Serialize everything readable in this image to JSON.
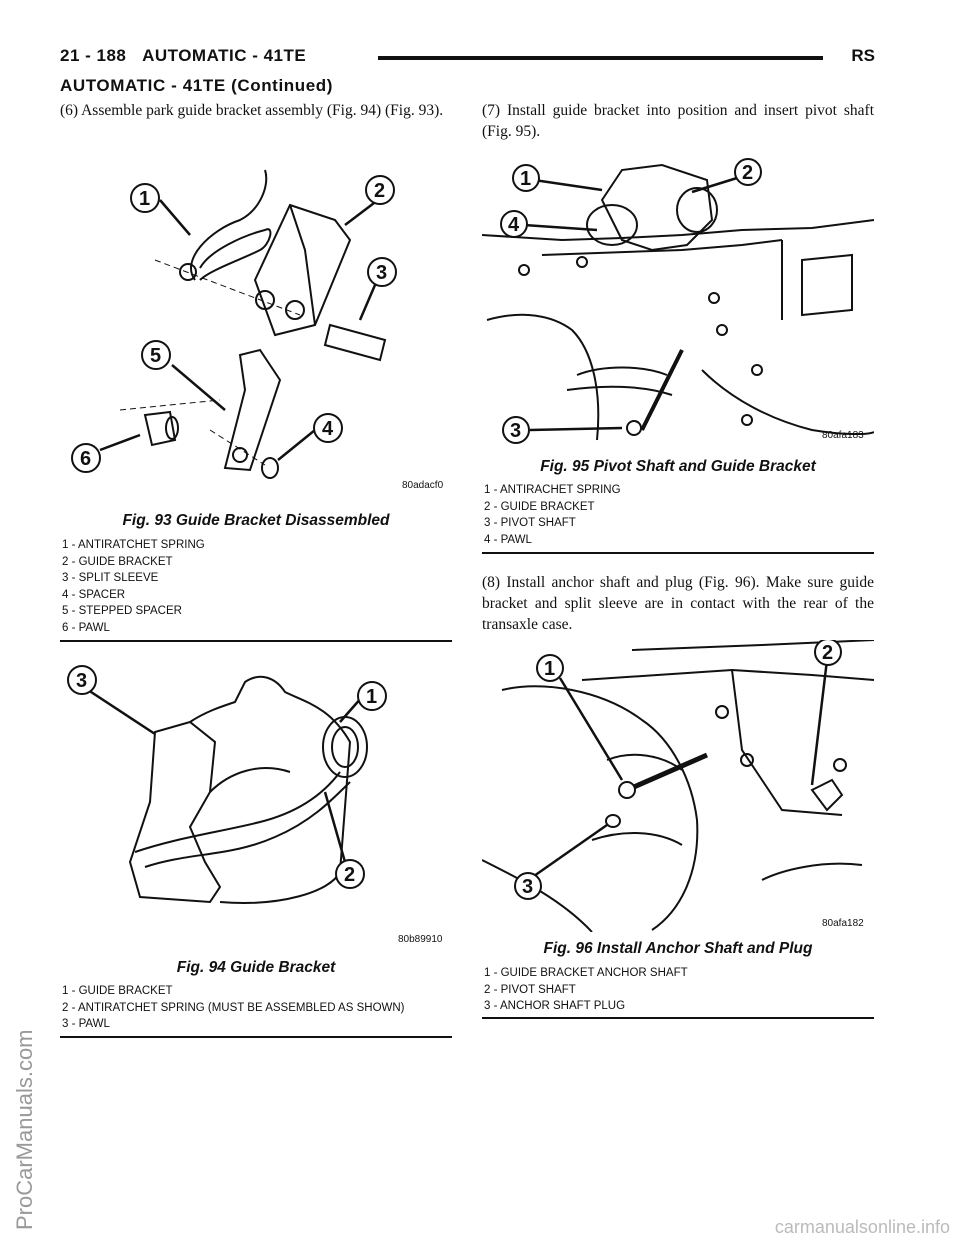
{
  "header": {
    "page_num": "21 - 188",
    "section": "AUTOMATIC - 41TE",
    "code": "RS"
  },
  "subheader": "AUTOMATIC - 41TE (Continued)",
  "steps": {
    "s6": "(6) Assemble park guide bracket assembly (Fig. 94) (Fig. 93).",
    "s7": "(7) Install guide bracket into position and insert pivot shaft (Fig. 95).",
    "s8": "(8) Install anchor shaft and plug (Fig. 96). Make sure guide bracket and split sleeve are in contact with the rear of the transaxle case."
  },
  "figures": {
    "fig93": {
      "caption": "Fig. 93 Guide Bracket Disassembled",
      "code": "80adacf0",
      "callouts": [
        "1",
        "2",
        "3",
        "4",
        "5",
        "6"
      ],
      "legend": [
        "1 - ANTIRATCHET SPRING",
        "2 - GUIDE BRACKET",
        "3 - SPLIT SLEEVE",
        "4 - SPACER",
        "5 - STEPPED SPACER",
        "6 - PAWL"
      ]
    },
    "fig94": {
      "caption": "Fig. 94 Guide Bracket",
      "code": "80b89910",
      "callouts": [
        "1",
        "2",
        "3"
      ],
      "legend": [
        "1 - GUIDE BRACKET",
        "2 - ANTIRATCHET SPRING (MUST BE ASSEMBLED AS SHOWN)",
        "3 - PAWL"
      ]
    },
    "fig95": {
      "caption": "Fig. 95 Pivot Shaft and Guide Bracket",
      "code": "80afa183",
      "callouts": [
        "1",
        "2",
        "3",
        "4"
      ],
      "legend": [
        "1 - ANTIRACHET SPRING",
        "2 - GUIDE BRACKET",
        "3 - PIVOT SHAFT",
        "4 - PAWL"
      ]
    },
    "fig96": {
      "caption": "Fig. 96 Install Anchor Shaft and Plug",
      "code": "80afa182",
      "callouts": [
        "1",
        "2",
        "3"
      ],
      "legend": [
        "1 - GUIDE BRACKET ANCHOR SHAFT",
        "2 - PIVOT SHAFT",
        "3 - ANCHOR SHAFT PLUG"
      ]
    }
  },
  "watermark_side": "ProCarManuals.com",
  "watermark_foot": "carmanualsonline.info"
}
